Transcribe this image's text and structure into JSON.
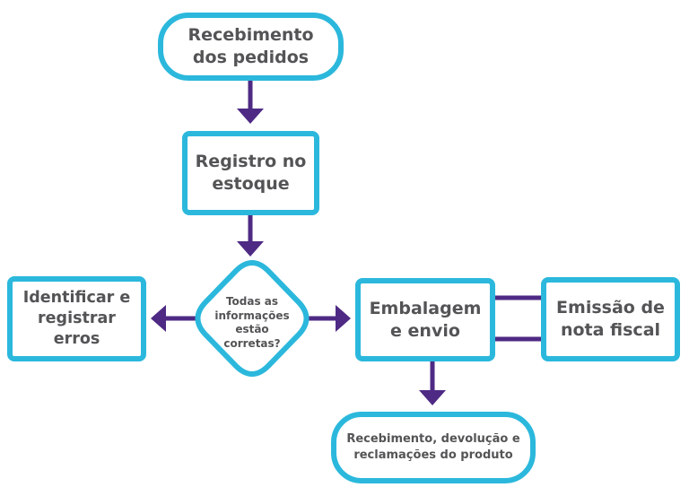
{
  "colors": {
    "node_border": "#2bb8dc",
    "connector": "#4e2a84",
    "text": "#545456"
  },
  "nodes": {
    "receive_orders": "Recebimento\ndos pedidos",
    "stock_register": "Registro no\nestoque",
    "decision": "Todas as\ninformações\nestão\ncorretas?",
    "identify_errors": "Identificar e\nregistrar\nerros",
    "packaging": "Embalagem\ne envio",
    "invoice": "Emissão de\nnota fiscal",
    "returns": "Recebimento, devolução e\nreclamações do produto"
  }
}
